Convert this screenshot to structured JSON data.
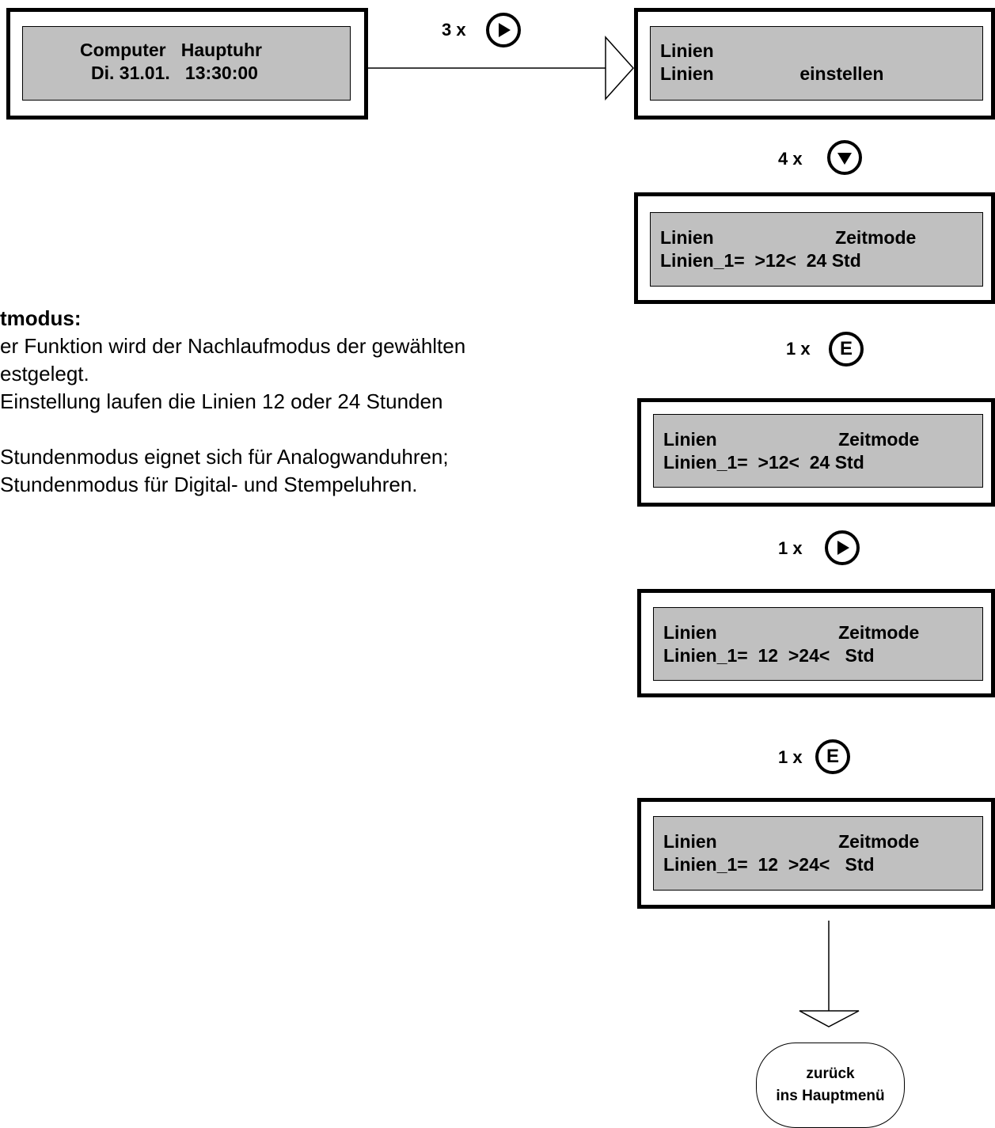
{
  "displays": {
    "start": {
      "line1": "Computer   Hauptuhr",
      "line2": "Di. 31.01.   13:30:00"
    },
    "d1": {
      "line1": "Linien",
      "line2": "Linien                 einstellen"
    },
    "d2": {
      "line1": "Linien                        Zeitmode",
      "line2": "Linien_1=  >12<  24 Std"
    },
    "d3": {
      "line1": "Linien                        Zeitmode",
      "line2": "Linien_1=  >12<  24 Std"
    },
    "d4": {
      "line1": "Linien                        Zeitmode",
      "line2": "Linien_1=  12  >24<   Std"
    },
    "d5": {
      "line1": "Linien                        Zeitmode",
      "line2": "Linien_1=  12  >24<   Std"
    }
  },
  "steps": {
    "s1": {
      "count": "3 x",
      "button": "right-arrow"
    },
    "s2": {
      "count": "4 x",
      "button": "down-arrow"
    },
    "s3": {
      "count": "1 x",
      "button": "enter",
      "button_label": "E"
    },
    "s4": {
      "count": "1 x",
      "button": "right-arrow"
    },
    "s5": {
      "count": "1 x",
      "button": "enter",
      "button_label": "E"
    }
  },
  "description": {
    "title": "tmodus:",
    "lines": [
      "er Funktion wird der Nachlaufmodus der gewählten",
      "estgelegt.",
      " Einstellung laufen die Linien 12 oder 24 Stunden",
      "",
      "Stundenmodus eignet sich für Analogwanduhren;",
      "Stundenmodus für Digital- und Stempeluhren."
    ]
  },
  "terminal": {
    "line1": "zurück",
    "line2": "ins Hauptmenü"
  }
}
